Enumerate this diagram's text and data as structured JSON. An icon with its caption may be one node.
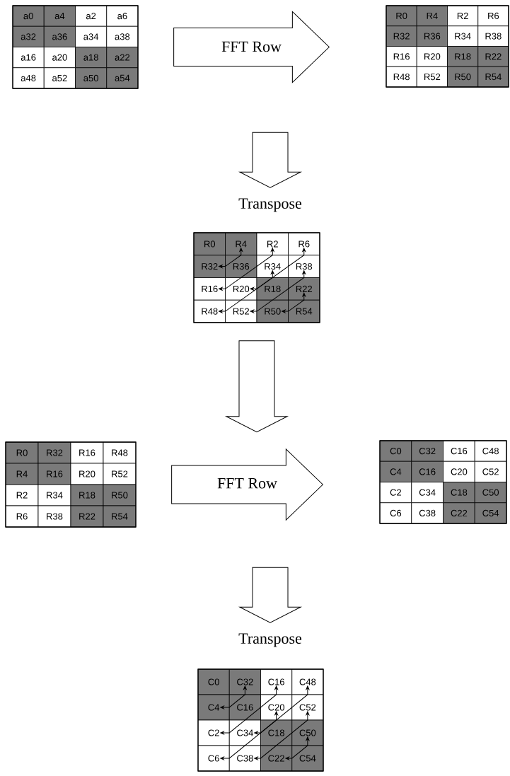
{
  "diagram": {
    "nodes": [
      {
        "text": [],
        "shape": "box"
      },
      {
        "text": [
          "a0"
        ],
        "in": 0
      },
      {
        "text": [
          "a4"
        ],
        "in": 0
      },
      {
        "text": [
          "a2"
        ],
        "in": 0
      },
      {
        "text": [
          "a6"
        ],
        "in": 0
      },
      {
        "text": [
          "a32"
        ],
        "in": 0
      },
      {
        "text": [
          "a36"
        ],
        "in": 0
      },
      {
        "text": [
          "a34"
        ],
        "in": 0
      },
      {
        "text": [
          "a38"
        ],
        "in": 0
      },
      {
        "text": [
          "a16"
        ],
        "in": 0
      },
      {
        "text": [
          "a20"
        ],
        "in": 0
      },
      {
        "text": [
          "a18"
        ],
        "in": 0
      },
      {
        "text": [
          "a22"
        ],
        "in": 0
      },
      {
        "text": [
          "a48"
        ],
        "in": 0
      },
      {
        "text": [
          "a52"
        ],
        "in": 0
      },
      {
        "text": [
          "a50"
        ],
        "in": 0
      },
      {
        "text": [
          "a54"
        ],
        "in": 0
      },
      {
        "text": [],
        "shape": "box"
      },
      {
        "text": [
          "R0"
        ],
        "in": 17
      },
      {
        "text": [
          "R4"
        ],
        "in": 17
      },
      {
        "text": [
          "R2"
        ],
        "in": 17
      },
      {
        "text": [
          "R6"
        ],
        "in": 17
      },
      {
        "text": [
          "R32"
        ],
        "in": 17
      },
      {
        "text": [
          "R36"
        ],
        "in": 17
      },
      {
        "text": [
          "R34"
        ],
        "in": 17
      },
      {
        "text": [
          "R38"
        ],
        "in": 17
      },
      {
        "text": [
          "R16"
        ],
        "in": 17
      },
      {
        "text": [
          "R20"
        ],
        "in": 17
      },
      {
        "text": [
          "R18"
        ],
        "in": 17
      },
      {
        "text": [
          "R22"
        ],
        "in": 17
      },
      {
        "text": [
          "R48"
        ],
        "in": 17
      },
      {
        "text": [
          "R52"
        ],
        "in": 17
      },
      {
        "text": [
          "R50"
        ],
        "in": 17
      },
      {
        "text": [
          "R54"
        ],
        "in": 17
      },
      {
        "text": [
          "Transpose"
        ]
      },
      {
        "text": [],
        "shape": "box"
      },
      {
        "text": [
          "R0"
        ],
        "in": 35
      },
      {
        "text": [
          "R4"
        ],
        "in": 35
      },
      {
        "text": [
          "R2"
        ],
        "in": 35
      },
      {
        "text": [
          "R6"
        ],
        "in": 35
      },
      {
        "text": [
          "R32"
        ],
        "in": 35
      },
      {
        "text": [
          "R36"
        ],
        "in": 35
      },
      {
        "text": [
          "R34"
        ],
        "in": 35
      },
      {
        "text": [
          "R38"
        ],
        "in": 35
      },
      {
        "text": [
          "R16"
        ],
        "in": 35
      },
      {
        "text": [
          "R20"
        ],
        "in": 35
      },
      {
        "text": [
          "R18"
        ],
        "in": 35
      },
      {
        "text": [
          "R22"
        ],
        "in": 35
      },
      {
        "text": [
          "R48"
        ],
        "in": 35
      },
      {
        "text": [
          "R52"
        ],
        "in": 35
      },
      {
        "text": [
          "R50"
        ],
        "in": 35
      },
      {
        "text": [
          "R54"
        ],
        "in": 35
      },
      {
        "text": [],
        "shape": "box"
      },
      {
        "text": [
          "R0"
        ],
        "in": 52
      },
      {
        "text": [
          "R32"
        ],
        "in": 52
      },
      {
        "text": [
          "R16"
        ],
        "in": 52
      },
      {
        "text": [
          "R48"
        ],
        "in": 52
      },
      {
        "text": [
          "R4"
        ],
        "in": 52
      },
      {
        "text": [
          "R16"
        ],
        "in": 52
      },
      {
        "text": [
          "R20"
        ],
        "in": 52
      },
      {
        "text": [
          "R52"
        ],
        "in": 52
      },
      {
        "text": [
          "R2"
        ],
        "in": 52
      },
      {
        "text": [
          "R34"
        ],
        "in": 52
      },
      {
        "text": [
          "R18"
        ],
        "in": 52
      },
      {
        "text": [
          "R50"
        ],
        "in": 52
      },
      {
        "text": [
          "R6"
        ],
        "in": 52
      },
      {
        "text": [
          "R38"
        ],
        "in": 52
      },
      {
        "text": [
          "R22"
        ],
        "in": 52
      },
      {
        "text": [
          "R54"
        ],
        "in": 52
      },
      {
        "text": [],
        "shape": "box"
      },
      {
        "text": [
          "C0"
        ],
        "in": 69
      },
      {
        "text": [
          "C32"
        ],
        "in": 69
      },
      {
        "text": [
          "C16"
        ],
        "in": 69
      },
      {
        "text": [
          "C48"
        ],
        "in": 69
      },
      {
        "text": [
          "C4"
        ],
        "in": 69
      },
      {
        "text": [
          "C16"
        ],
        "in": 69
      },
      {
        "text": [
          "C20"
        ],
        "in": 69
      },
      {
        "text": [
          "C52"
        ],
        "in": 69
      },
      {
        "text": [
          "C2"
        ],
        "in": 69
      },
      {
        "text": [
          "C34"
        ],
        "in": 69
      },
      {
        "text": [
          "C18"
        ],
        "in": 69
      },
      {
        "text": [
          "C50"
        ],
        "in": 69
      },
      {
        "text": [
          "C6"
        ],
        "in": 69
      },
      {
        "text": [
          "C38"
        ],
        "in": 69
      },
      {
        "text": [
          "C22"
        ],
        "in": 69
      },
      {
        "text": [
          "C54"
        ],
        "in": 69
      },
      {
        "text": [
          "Transpose"
        ]
      },
      {
        "text": [],
        "shape": "box"
      },
      {
        "text": [
          "C0"
        ],
        "in": 87
      },
      {
        "text": [
          "C32"
        ],
        "in": 87
      },
      {
        "text": [
          "C16"
        ],
        "in": 87
      },
      {
        "text": [
          "C48"
        ],
        "in": 87
      },
      {
        "text": [
          "C4"
        ],
        "in": 87
      },
      {
        "text": [
          "C16"
        ],
        "in": 87
      },
      {
        "text": [
          "C20"
        ],
        "in": 87
      },
      {
        "text": [
          "C52"
        ],
        "in": 87
      },
      {
        "text": [
          "C2"
        ],
        "in": 87
      },
      {
        "text": [
          "C34"
        ],
        "in": 87
      },
      {
        "text": [
          "C18"
        ],
        "in": 87
      },
      {
        "text": [
          "C50"
        ],
        "in": 87
      },
      {
        "text": [
          "C6"
        ],
        "in": 87
      },
      {
        "text": [
          "C38"
        ],
        "in": 87
      },
      {
        "text": [
          "C22"
        ],
        "in": 87
      },
      {
        "text": [
          "C54"
        ],
        "in": 87
      }
    ],
    "edges": [
      {
        "from": 0,
        "to": 17,
        "arrow": "to",
        "label": "FFT Row",
        "style": "thick"
      },
      {
        "from": null,
        "to": 34,
        "arrow": "to",
        "style": "thick"
      },
      {
        "from": 35,
        "to": null,
        "arrow": "to",
        "style": "thick"
      },
      {
        "from": 52,
        "to": 69,
        "arrow": "to",
        "label": "FFT Row",
        "style": "thick"
      },
      {
        "from": null,
        "to": 86,
        "arrow": "to",
        "style": "thick"
      },
      {
        "from": 37,
        "to": 40,
        "arrow": "both"
      },
      {
        "from": 38,
        "to": 44,
        "arrow": "both"
      },
      {
        "from": 42,
        "to": 45,
        "arrow": "both"
      },
      {
        "from": 39,
        "to": 48,
        "arrow": "both"
      },
      {
        "from": 43,
        "to": 49,
        "arrow": "both"
      },
      {
        "from": 47,
        "to": 50,
        "arrow": "both"
      },
      {
        "from": 89,
        "to": 92,
        "arrow": "both"
      },
      {
        "from": 90,
        "to": 96,
        "arrow": "both"
      },
      {
        "from": 94,
        "to": 97,
        "arrow": "both"
      },
      {
        "from": 91,
        "to": 100,
        "arrow": "both"
      },
      {
        "from": 95,
        "to": 101,
        "arrow": "both"
      },
      {
        "from": 99,
        "to": 102,
        "arrow": "both"
      }
    ]
  }
}
